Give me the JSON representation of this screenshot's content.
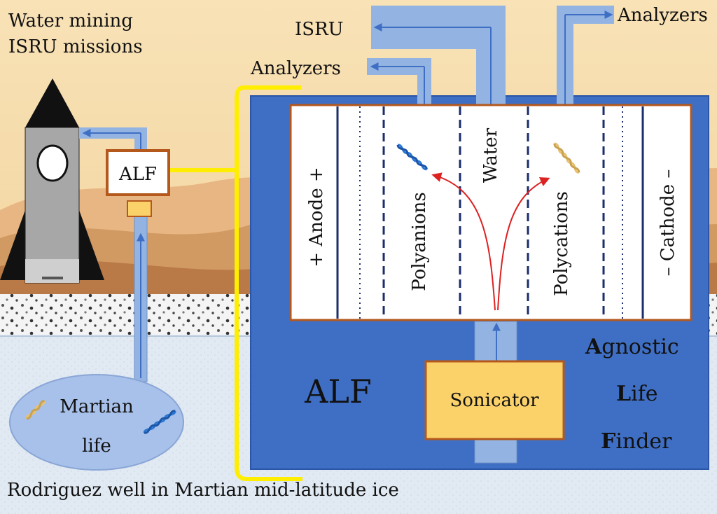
{
  "title_top_left": [
    "Water mining",
    "ISRU missions"
  ],
  "isru_label": "ISRU",
  "analyzers_left": "Analyzers",
  "analyzers_right": "Analyzers",
  "alf_small_box": "ALF",
  "martian_life": [
    "Martian",
    "life"
  ],
  "bottom_caption": "Rodriguez well in Martian mid-latitude ice",
  "chamber": {
    "anode": "+ Anode +",
    "polyanions": "Polyanions",
    "water": "Water",
    "polycations": "Polycations",
    "cathode": "– Cathode –"
  },
  "alf_big": "ALF",
  "sonicator": "Sonicator",
  "agnostic": {
    "line1_bold": "A",
    "line1_rest": "gnostic",
    "line2_bold": "L",
    "line2_rest": "ife",
    "line3_bold": "F",
    "line3_rest": "inder"
  },
  "colors": {
    "sky": "#f6dcae",
    "ground_ice": "#dfe8f2",
    "instrument_blue": "#3f6fc4",
    "pipe_blue": "#93b4e2",
    "sonicator_fill": "#fbd26a",
    "box_border": "#b4581c",
    "yellow_bracket": "#ffee00",
    "arrow_red": "#dd2222"
  },
  "icons": [
    "rocket-icon",
    "dna-blue-icon",
    "dna-gold-icon"
  ]
}
